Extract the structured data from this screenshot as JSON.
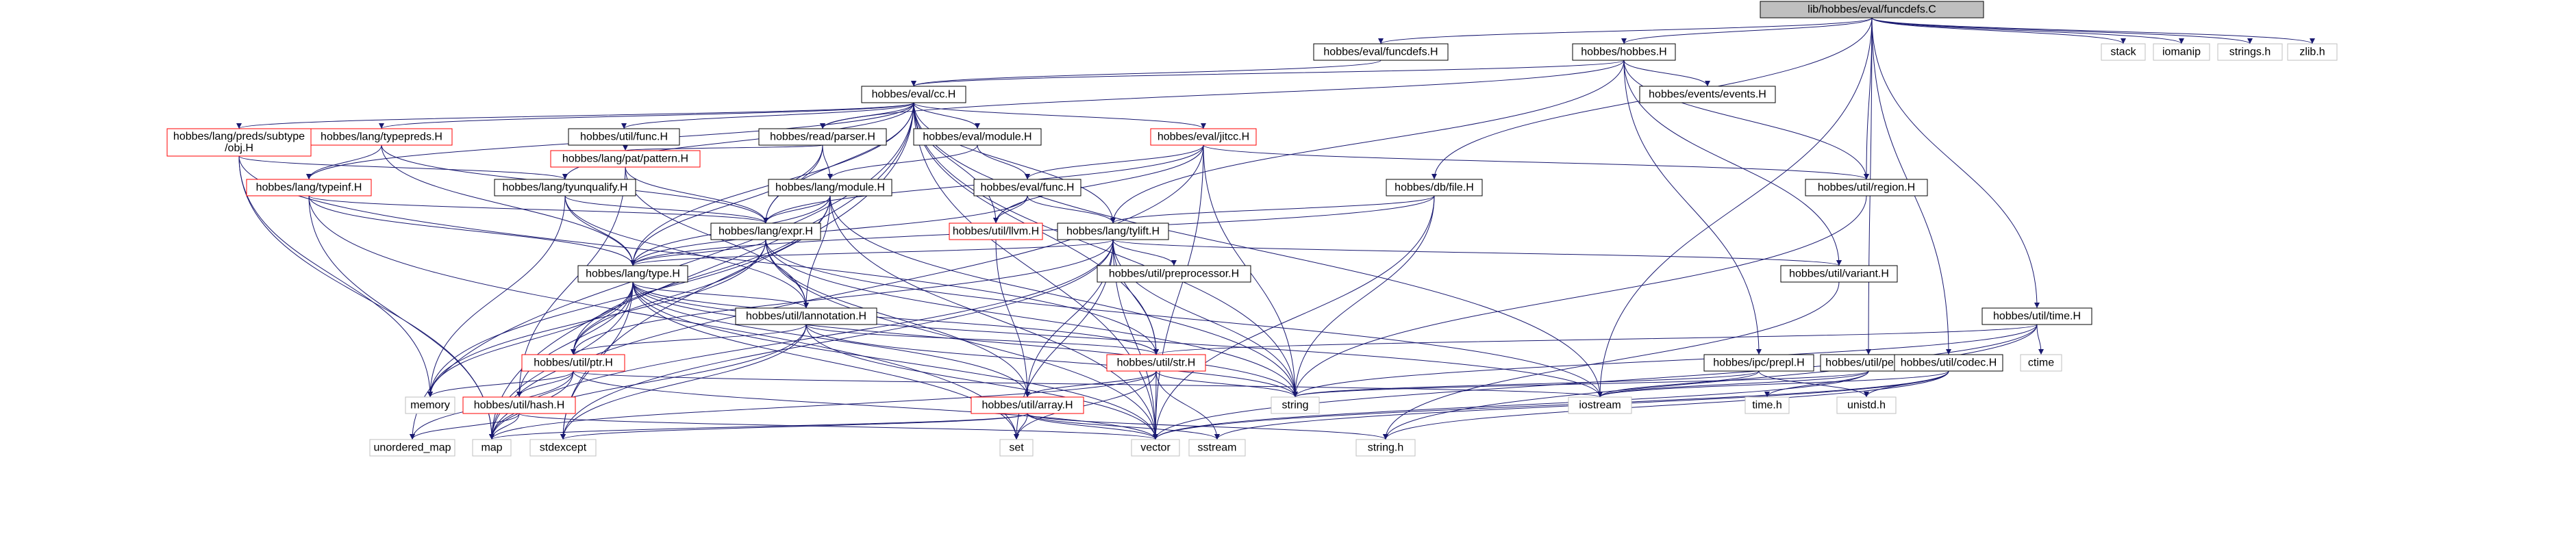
{
  "graph": {
    "root": "lib/hobbes/eval/funcdefs.C",
    "nodes": [
      {
        "id": "root",
        "label": "lib/hobbes/eval/funcdefs.C",
        "kind": "root"
      },
      {
        "id": "funcdefs_h",
        "label": "hobbes/eval/funcdefs.H",
        "kind": "include"
      },
      {
        "id": "hobbes_h",
        "label": "hobbes/hobbes.H",
        "kind": "include"
      },
      {
        "id": "stack",
        "label": "stack",
        "kind": "external"
      },
      {
        "id": "iomanip",
        "label": "iomanip",
        "kind": "external"
      },
      {
        "id": "strings_h",
        "label": "strings.h",
        "kind": "external"
      },
      {
        "id": "zlib_h",
        "label": "zlib.h",
        "kind": "external"
      },
      {
        "id": "cc_h",
        "label": "hobbes/eval/cc.H",
        "kind": "include"
      },
      {
        "id": "events_h",
        "label": "hobbes/events/events.H",
        "kind": "include"
      },
      {
        "id": "preds_obj",
        "label": "hobbes/lang/preds/subtype\n/obj.H",
        "kind": "red"
      },
      {
        "id": "typepreds",
        "label": "hobbes/lang/typepreds.H",
        "kind": "red"
      },
      {
        "id": "func_h",
        "label": "hobbes/util/func.H",
        "kind": "include"
      },
      {
        "id": "parser_h",
        "label": "hobbes/read/parser.H",
        "kind": "include"
      },
      {
        "id": "ev_module",
        "label": "hobbes/eval/module.H",
        "kind": "include"
      },
      {
        "id": "jitcc_h",
        "label": "hobbes/eval/jitcc.H",
        "kind": "red"
      },
      {
        "id": "typeinf",
        "label": "hobbes/lang/typeinf.H",
        "kind": "red"
      },
      {
        "id": "tyunqualify",
        "label": "hobbes/lang/tyunqualify.H",
        "kind": "include"
      },
      {
        "id": "patpattern",
        "label": "hobbes/lang/pat/pattern.H",
        "kind": "red"
      },
      {
        "id": "langmodule",
        "label": "hobbes/lang/module.H",
        "kind": "include"
      },
      {
        "id": "evfunc",
        "label": "hobbes/eval/func.H",
        "kind": "include"
      },
      {
        "id": "dbfile",
        "label": "hobbes/db/file.H",
        "kind": "include"
      },
      {
        "id": "region_h",
        "label": "hobbes/util/region.H",
        "kind": "include"
      },
      {
        "id": "expr_h",
        "label": "hobbes/lang/expr.H",
        "kind": "include"
      },
      {
        "id": "llvm_h",
        "label": "hobbes/util/llvm.H",
        "kind": "red"
      },
      {
        "id": "tylift",
        "label": "hobbes/lang/tylift.H",
        "kind": "include"
      },
      {
        "id": "type_h",
        "label": "hobbes/lang/type.H",
        "kind": "include"
      },
      {
        "id": "preproc",
        "label": "hobbes/util/preprocessor.H",
        "kind": "include"
      },
      {
        "id": "variant",
        "label": "hobbes/util/variant.H",
        "kind": "include"
      },
      {
        "id": "annotation",
        "label": "hobbes/util/lannotation.H",
        "kind": "include"
      },
      {
        "id": "ptr_h",
        "label": "hobbes/util/ptr.H",
        "kind": "red"
      },
      {
        "id": "str_h",
        "label": "hobbes/util/str.H",
        "kind": "red"
      },
      {
        "id": "hash_h",
        "label": "hobbes/util/hash.H",
        "kind": "red"
      },
      {
        "id": "array_h",
        "label": "hobbes/util/array.H",
        "kind": "red"
      },
      {
        "id": "prepl",
        "label": "hobbes/ipc/prepl.H",
        "kind": "include"
      },
      {
        "id": "time_h",
        "label": "hobbes/util/time.H",
        "kind": "include"
      },
      {
        "id": "perf_h",
        "label": "hobbes/util/perf.H",
        "kind": "include"
      },
      {
        "id": "codec_h",
        "label": "hobbes/util/codec.H",
        "kind": "include"
      },
      {
        "id": "memory",
        "label": "memory",
        "kind": "external"
      },
      {
        "id": "unordered_map",
        "label": "unordered_map",
        "kind": "external"
      },
      {
        "id": "map",
        "label": "map",
        "kind": "external"
      },
      {
        "id": "stdexcept",
        "label": "stdexcept",
        "kind": "external"
      },
      {
        "id": "set",
        "label": "set",
        "kind": "external"
      },
      {
        "id": "vector",
        "label": "vector",
        "kind": "external"
      },
      {
        "id": "sstream",
        "label": "sstream",
        "kind": "external"
      },
      {
        "id": "string",
        "label": "string",
        "kind": "external"
      },
      {
        "id": "iostream",
        "label": "iostream",
        "kind": "external"
      },
      {
        "id": "string_h",
        "label": "string.h",
        "kind": "external"
      },
      {
        "id": "time_ch",
        "label": "time.h",
        "kind": "external"
      },
      {
        "id": "unistd_h",
        "label": "unistd.h",
        "kind": "external"
      },
      {
        "id": "ctime",
        "label": "ctime",
        "kind": "external"
      }
    ]
  }
}
